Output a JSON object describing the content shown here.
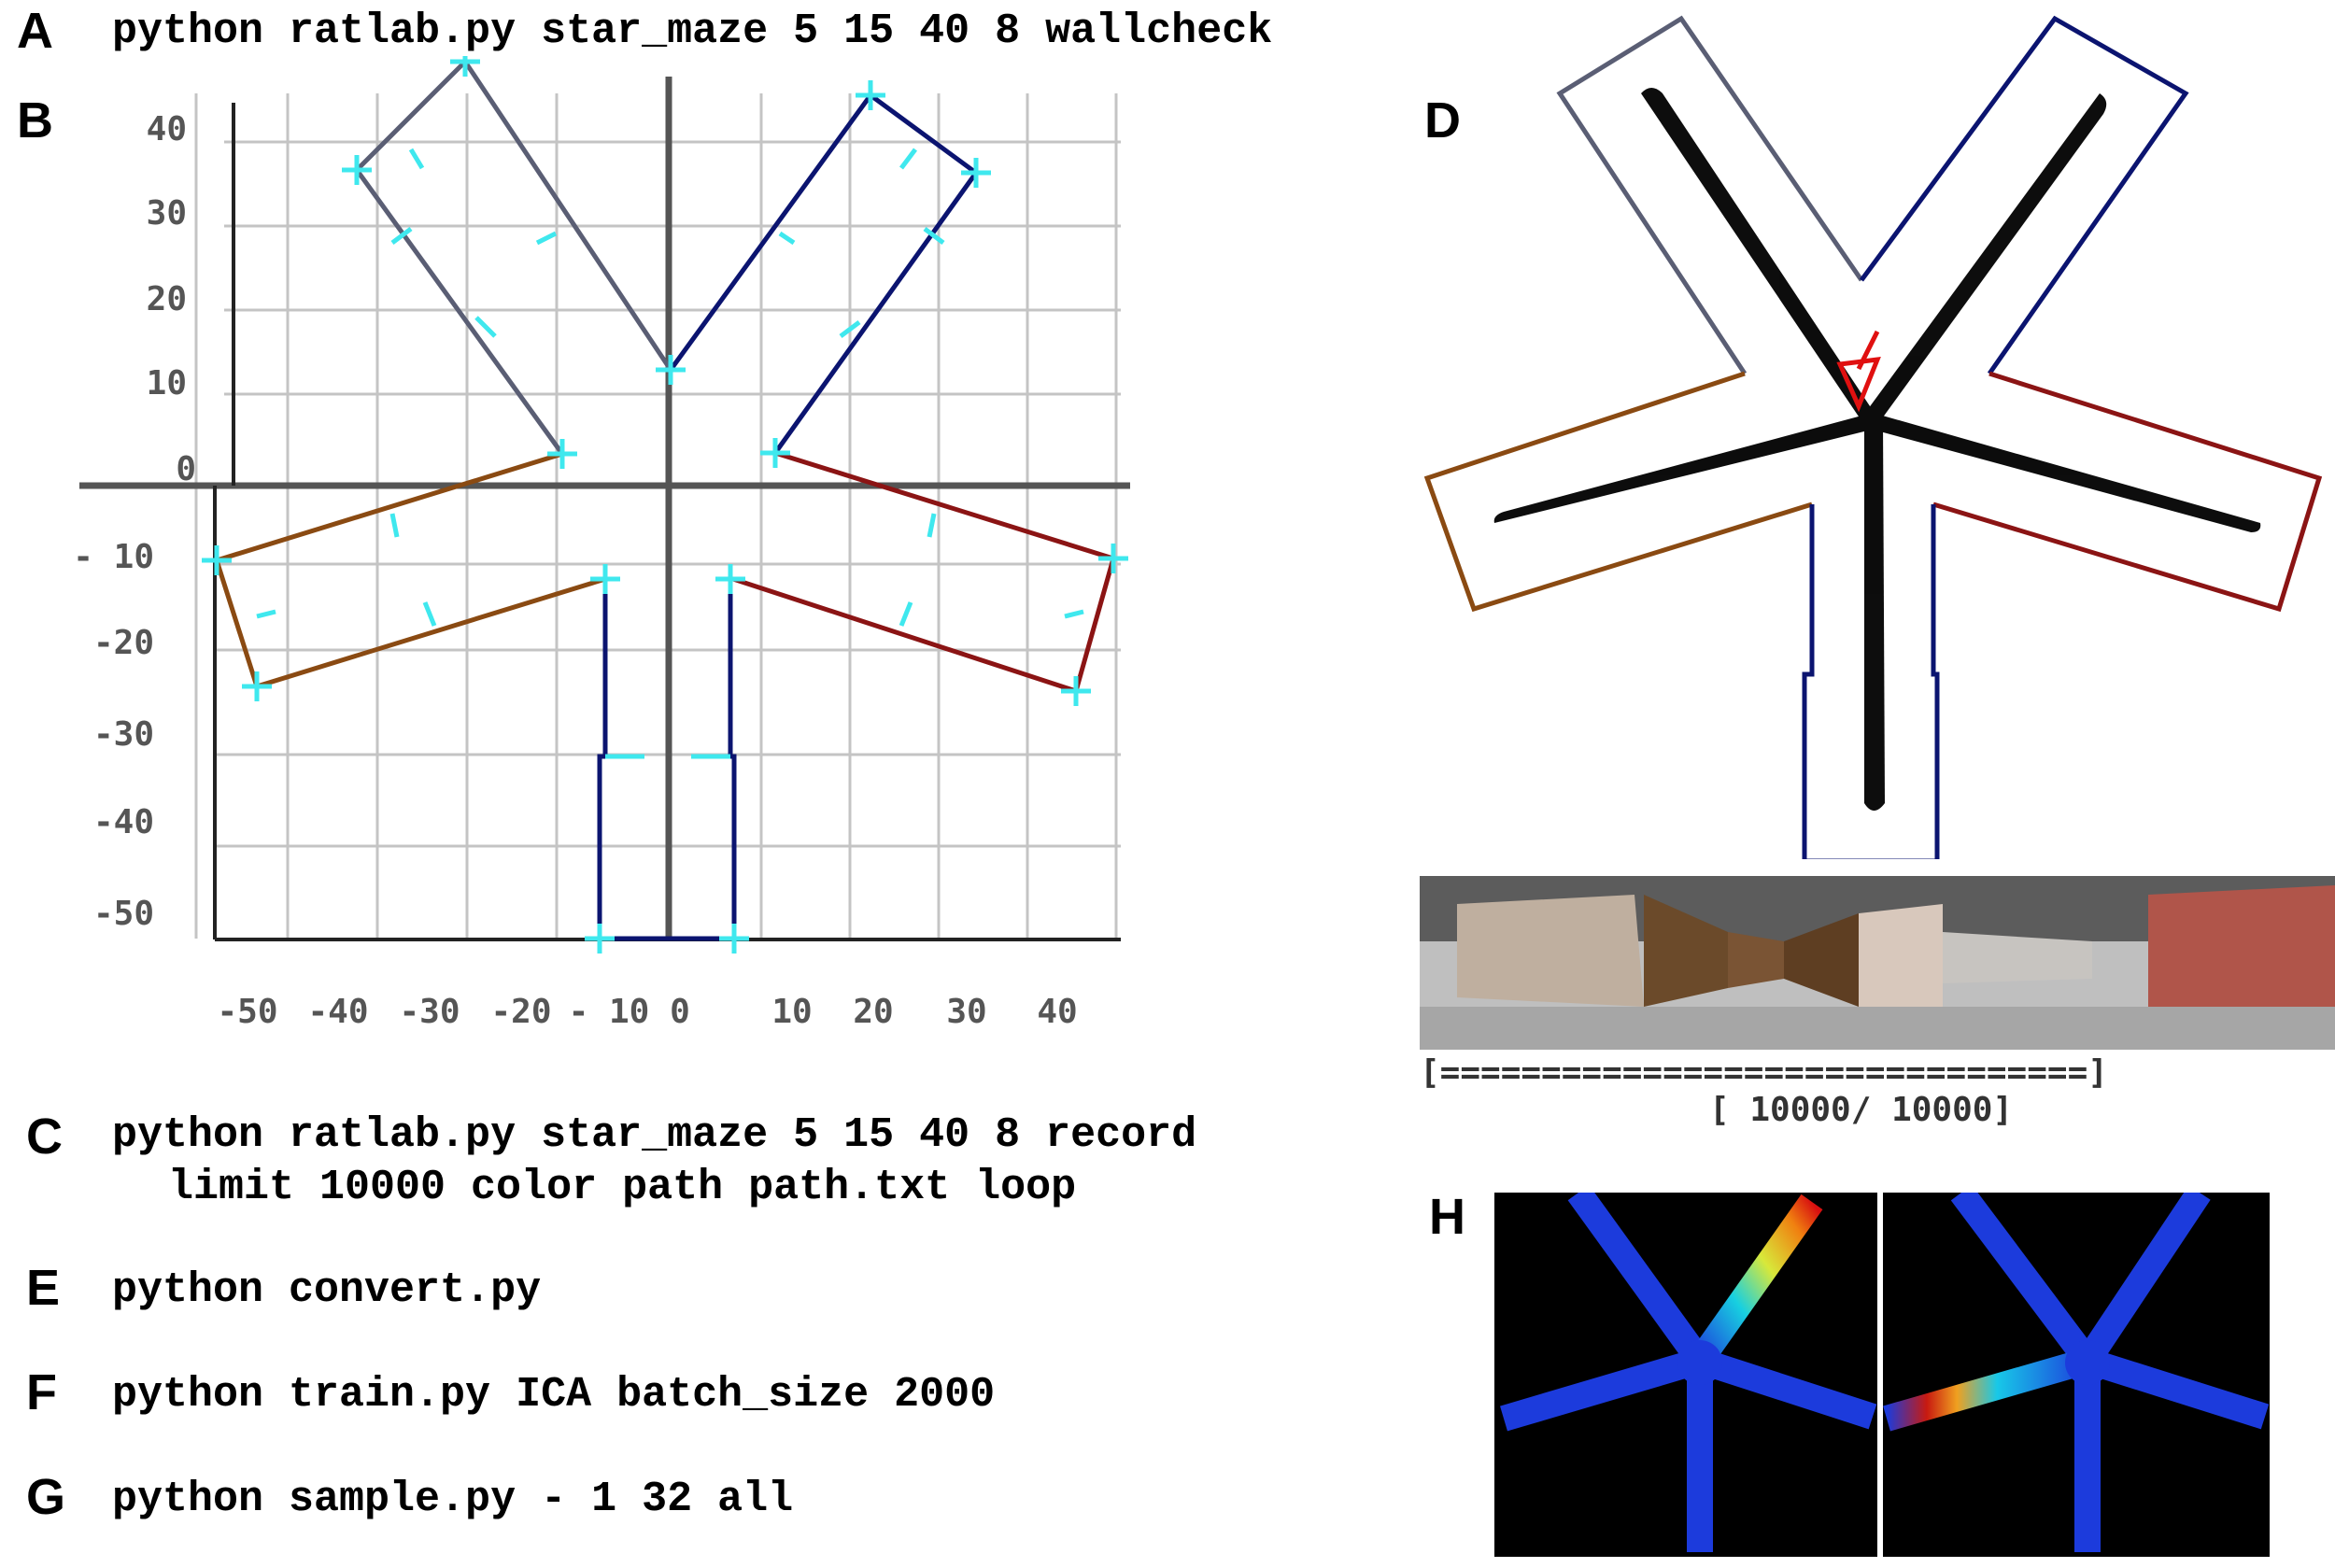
{
  "labels": {
    "a": "A",
    "b": "B",
    "c": "C",
    "d": "D",
    "e": "E",
    "f": "F",
    "g": "G",
    "h": "H"
  },
  "commands": {
    "a": "python ratlab.py star_maze 5 15 40 8 wallcheck",
    "c1": "python ratlab.py star_maze 5 15 40 8 record",
    "c2": "limit 10000 color path path.txt loop",
    "e": "python convert.py",
    "f": "python train.py ICA batch_size 2000",
    "g": "python sample.py - 1 32 all"
  },
  "maze_plot": {
    "x_ticks": [
      "-50",
      "-40",
      "-30",
      "-20",
      "- 10",
      "0",
      "10",
      "20",
      "30",
      "40"
    ],
    "y_ticks": [
      "40",
      "30",
      "20",
      "10",
      "0",
      "- 10",
      "-20",
      "-30",
      "-40",
      "-50"
    ]
  },
  "progress": {
    "bar": "[================================]",
    "count": "[ 10000/ 10000]",
    "fraction": 1.0
  },
  "colors": {
    "arm_gray": "#5a5e74",
    "arm_navy": "#0b1470",
    "arm_brown": "#8a4a12",
    "arm_maroon": "#8b1414",
    "marker": "#3fe8ee",
    "arrow": "#e01010"
  }
}
